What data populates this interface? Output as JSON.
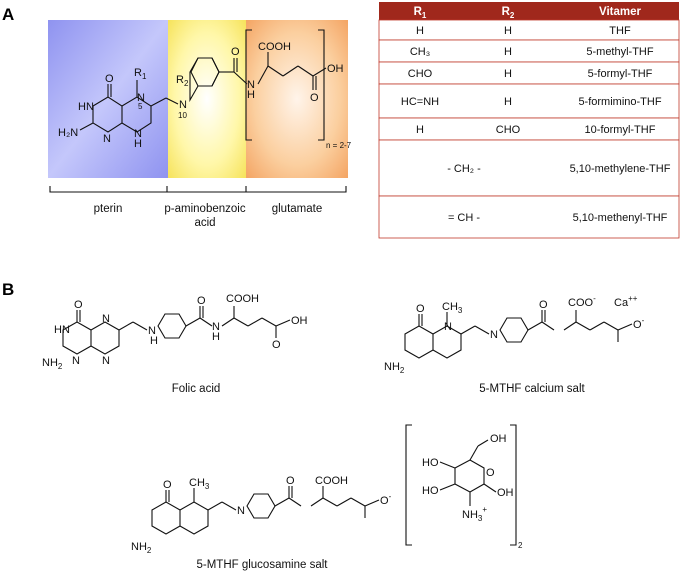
{
  "panel_a": {
    "label": "A",
    "atoms": {
      "r1": "R",
      "r1_sub": "1",
      "r2": "R",
      "r2_sub": "2",
      "o_pterin": "O",
      "hn": "HN",
      "n5": "N",
      "n5_num": "5",
      "h2n": "H₂N",
      "n_a": "N",
      "n_b": "N",
      "h_b": "H",
      "n10": "N",
      "n10_num": "10",
      "o_amide": "O",
      "nh_amide_n": "N",
      "nh_amide_h": "H",
      "cooh": "COOH",
      "oh": "OH",
      "o_acid": "O",
      "n_repeat": "n = 2-7"
    },
    "regions": [
      "pterin",
      "p-aminobenzoic",
      "acid",
      "glutamate"
    ]
  },
  "table": {
    "header_color": "#a0281c",
    "border_color": "#c0392b",
    "headers": {
      "r1": "R",
      "r1_sub": "1",
      "r2": "R",
      "r2_sub": "2",
      "vitamer": "Vitamer"
    },
    "rows": [
      {
        "r1": "H",
        "r2": "H",
        "vitamer": "THF"
      },
      {
        "r1": "CH₃",
        "r2": "H",
        "vitamer": "5-methyl-THF"
      },
      {
        "r1": "CHO",
        "r2": "H",
        "vitamer": "5-formyl-THF"
      },
      {
        "r1": "HC=NH",
        "r2": "H",
        "vitamer": "5-formimino-THF"
      },
      {
        "r1": "H",
        "r2": "CHO",
        "vitamer": "10-formyl-THF"
      },
      {
        "span": "- CH₂ -",
        "vitamer": "5,10-methylene-THF"
      },
      {
        "span": "= CH -",
        "vitamer": "5,10-methenyl-THF"
      }
    ]
  },
  "panel_b": {
    "label": "B",
    "folic": {
      "caption": "Folic acid",
      "o": "O",
      "n": "N",
      "h": "H",
      "nh2": "NH",
      "nh2_sub": "2",
      "hn": "H",
      "cooh": "COOH",
      "oh": "OH"
    },
    "mthf_ca": {
      "caption": "5-MTHF calcium salt",
      "ch3": "CH",
      "ch3_sub": "3",
      "coo": "COO",
      "ca": "Ca",
      "ca_charge": "++",
      "o_minus": "O",
      "minus": "-"
    },
    "mthf_glc": {
      "caption": "5-MTHF glucosamine salt",
      "oh": "OH",
      "ho": "HO",
      "o": "O",
      "nh3": "NH",
      "nh3_sub": "3",
      "nh3_charge": "+",
      "bracket_sub": "2"
    }
  }
}
